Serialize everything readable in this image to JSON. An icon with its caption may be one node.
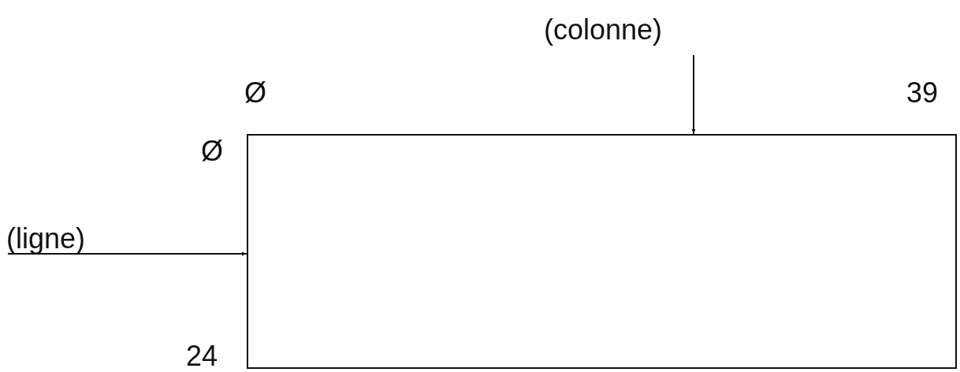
{
  "diagram": {
    "nodes": [
      {
        "text": [
          "(colonne)"
        ]
      },
      {
        "text": [],
        "shape": "box"
      },
      {
        "text": [
          "(ligne)"
        ]
      }
    ],
    "edges": [
      {
        "from": 0,
        "to": 1,
        "arrow": "to"
      },
      {
        "from": 2,
        "to": 1,
        "arrow": "to"
      }
    ],
    "labels": [
      "Ø",
      "39",
      "Ø",
      "24"
    ]
  }
}
